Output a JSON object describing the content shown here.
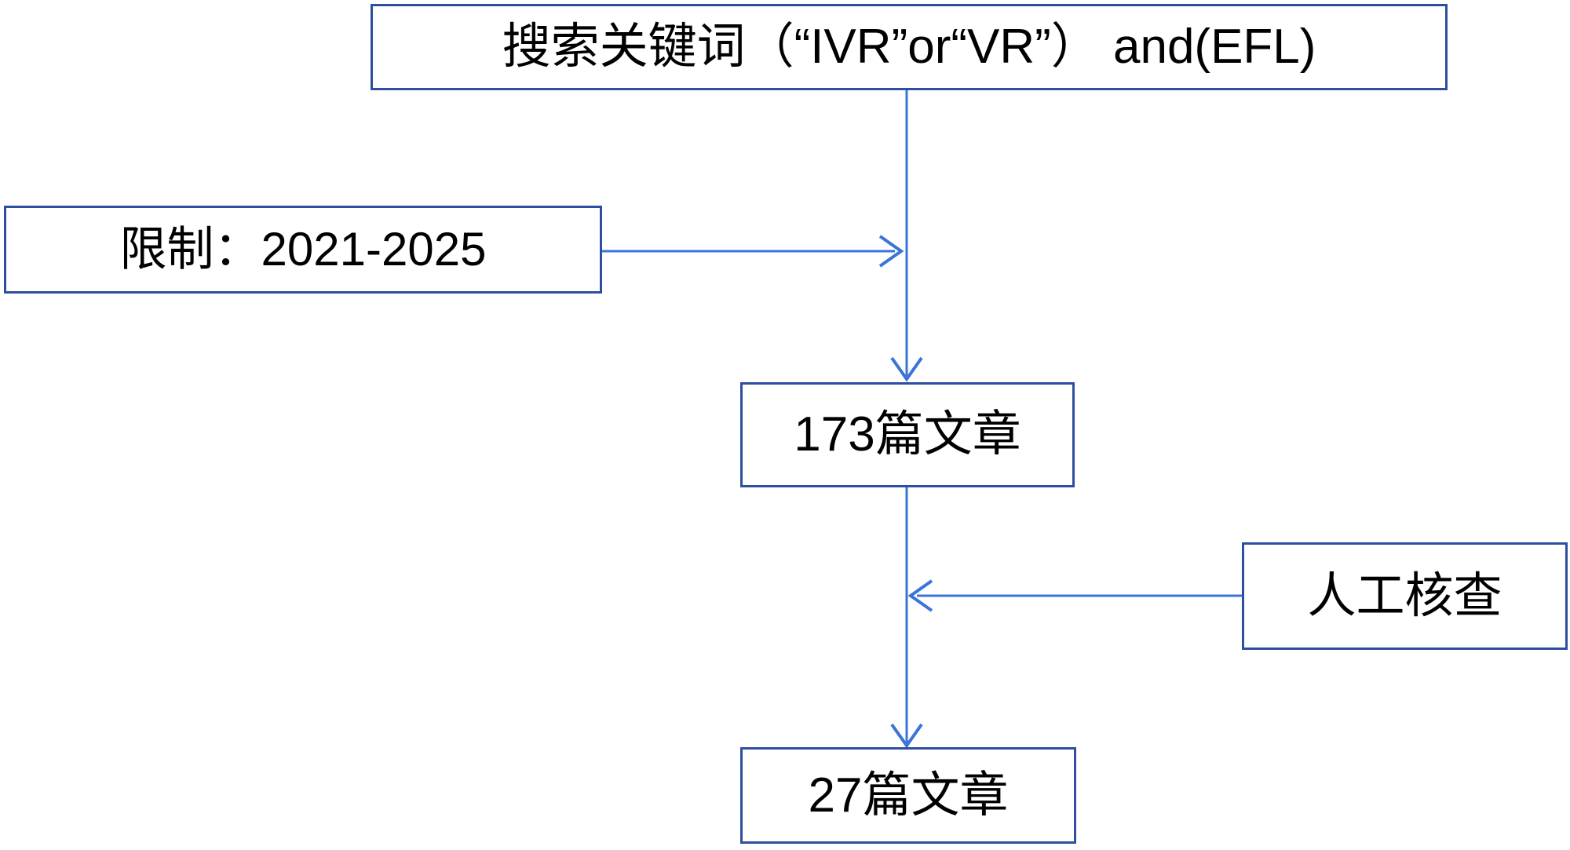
{
  "diagram": {
    "type": "flowchart",
    "background": "#ffffff",
    "colors": {
      "box_border": "#2e4f9f",
      "connector": "#3a74d8",
      "text": "#000000"
    },
    "nodes": [
      {
        "id": "search_keywords",
        "label": "搜索关键词（“IVR”or“VR”） and(EFL)"
      },
      {
        "id": "limit_years",
        "label": "限制：2021-2025"
      },
      {
        "id": "articles_173",
        "label": "173篇文章"
      },
      {
        "id": "manual_check",
        "label": "人工核查"
      },
      {
        "id": "articles_27",
        "label": "27篇文章"
      }
    ],
    "edges": [
      {
        "from": "search_keywords",
        "to": "articles_173",
        "direction": "down"
      },
      {
        "from": "limit_years",
        "to": "connector(search_keywords→articles_173)",
        "direction": "right"
      },
      {
        "from": "articles_173",
        "to": "articles_27",
        "direction": "down"
      },
      {
        "from": "manual_check",
        "to": "connector(articles_173→articles_27)",
        "direction": "left"
      }
    ]
  }
}
